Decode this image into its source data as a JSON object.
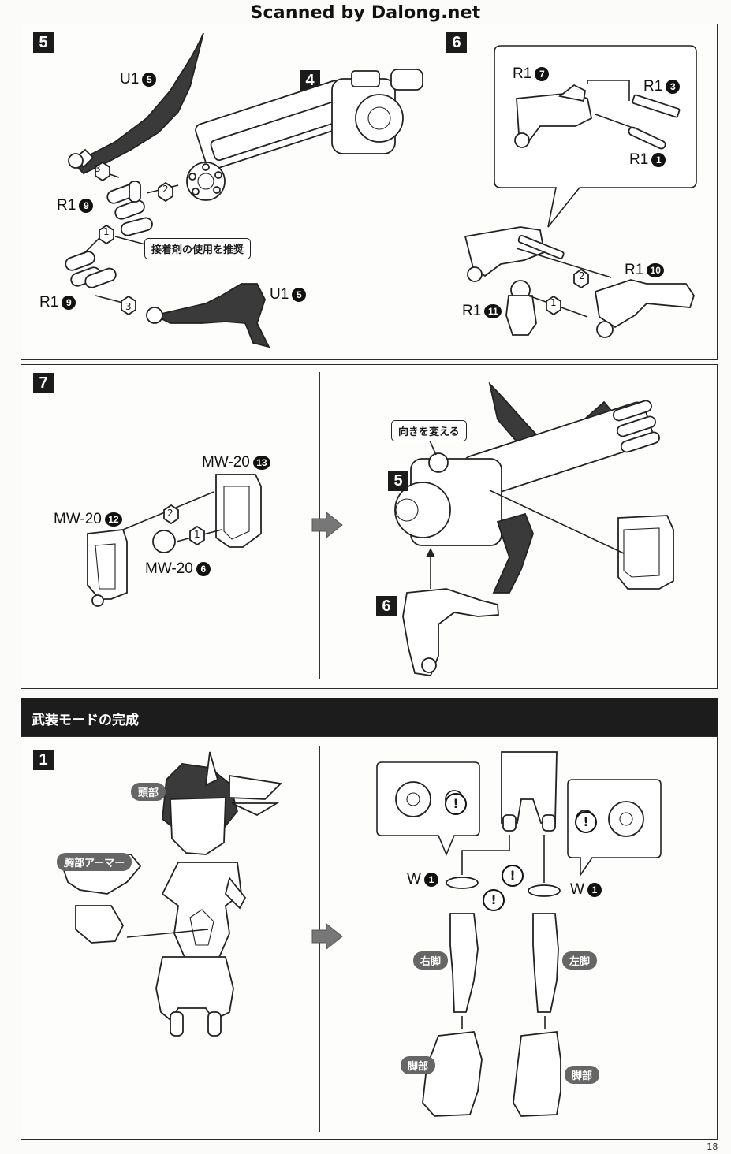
{
  "header": {
    "watermark": "Scanned by Dalong.net"
  },
  "footer": {
    "page_number": "18"
  },
  "step5": {
    "badge": "5",
    "sub_badge": "4",
    "labels": {
      "u1_top": "U1",
      "u1_top_num": "5",
      "r1_top": "R1",
      "r1_top_num": "9",
      "r1_bottom": "R1",
      "r1_bottom_num": "9",
      "u1_bottom": "U1",
      "u1_bottom_num": "5"
    },
    "order_marks": [
      "1",
      "2",
      "3",
      "3"
    ],
    "note": "接着剤の使用を推奨"
  },
  "step6": {
    "badge": "6",
    "labels": {
      "r1_a": "R1",
      "r1_a_num": "7",
      "r1_b": "R1",
      "r1_b_num": "3",
      "r1_c": "R1",
      "r1_c_num": "1",
      "r1_d": "R1",
      "r1_d_num": "10",
      "r1_e": "R1",
      "r1_e_num": "11"
    },
    "order_marks": [
      "2",
      "1"
    ]
  },
  "step7": {
    "badge": "7",
    "labels": {
      "mw13": "MW-20",
      "mw13_num": "13",
      "mw12": "MW-20",
      "mw12_num": "12",
      "mw6": "MW-20",
      "mw6_num": "6"
    },
    "order_marks": [
      "2",
      "1"
    ],
    "note": "向きを変える",
    "sub_badge_5": "5",
    "sub_badge_6": "6"
  },
  "section": {
    "title": "武装モードの完成"
  },
  "step1": {
    "badge": "1",
    "head_label": "頭部",
    "chest_label": "胸部アーマー",
    "w_left": "W",
    "w_left_num": "1",
    "w_right": "W",
    "w_right_num": "1",
    "right_leg": "右脚",
    "left_leg": "左脚",
    "foot_right": "脚部",
    "foot_left": "脚部",
    "warning": "!"
  },
  "colors": {
    "ink": "#1b1b1b",
    "paper": "#fbfbf9",
    "pill": "#666666"
  }
}
